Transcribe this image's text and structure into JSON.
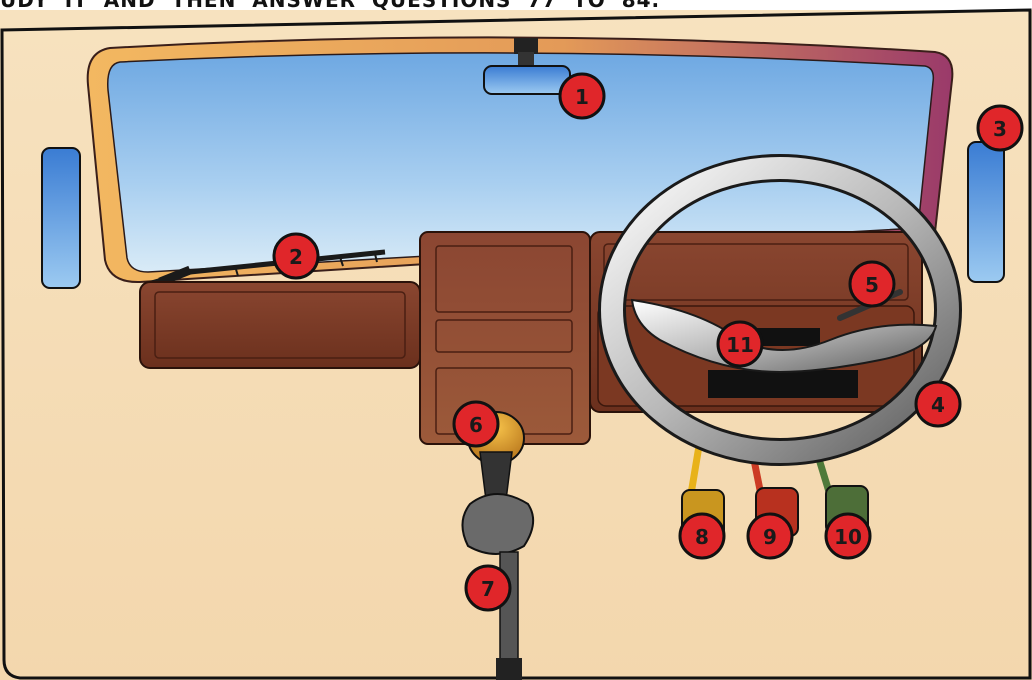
{
  "header": {
    "instruction": "UDY  IT  AND  THEN  ANSWER  QUESTIONS  77  TO  84."
  },
  "callouts": [
    {
      "id": "1",
      "name": "rear-view-mirror"
    },
    {
      "id": "2",
      "name": "windscreen-wiper"
    },
    {
      "id": "3",
      "name": "side-mirror"
    },
    {
      "id": "4",
      "name": "steering-wheel"
    },
    {
      "id": "5",
      "name": "stalk-lever"
    },
    {
      "id": "6",
      "name": "gear-knob"
    },
    {
      "id": "7",
      "name": "handbrake"
    },
    {
      "id": "8",
      "name": "pedal-yellow"
    },
    {
      "id": "9",
      "name": "pedal-red"
    },
    {
      "id": "10",
      "name": "pedal-green"
    },
    {
      "id": "11",
      "name": "horn"
    }
  ],
  "colors": {
    "callout_fill": "#e0262a",
    "background": "#f6dcb4",
    "windscreen": "#7fb6e8",
    "dashboard": "#7a3c26",
    "frame_gradient_start": "#f0b15a",
    "frame_gradient_end": "#9a3a6a"
  }
}
